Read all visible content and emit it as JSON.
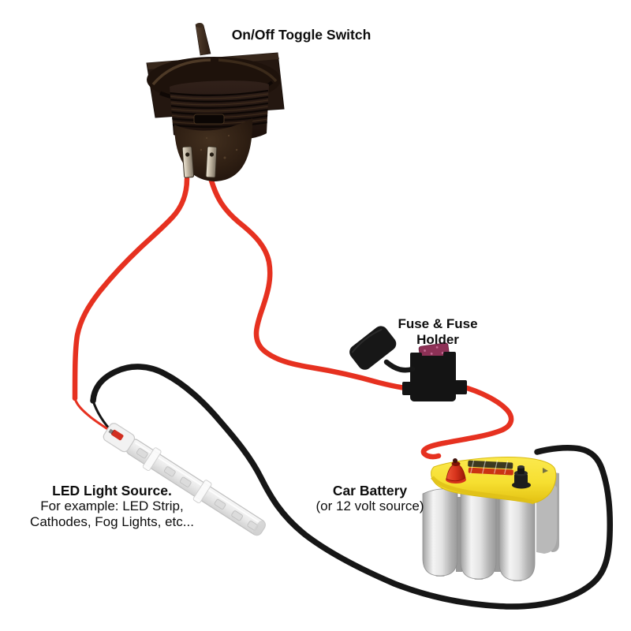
{
  "page": {
    "background": "#ffffff"
  },
  "labels": {
    "toggle_switch": "On/Off Toggle Switch",
    "fuse_holder": [
      "Fuse & Fuse",
      "Holder"
    ],
    "car_battery": [
      "Car Battery",
      "(or 12 volt source)"
    ],
    "led_source": [
      "LED Light Source.",
      "For example: LED Strip,",
      "Cathodes, Fog Lights, etc..."
    ]
  },
  "colors": {
    "positive_wire_red": "#e63120",
    "ground_wire_black": "#161616",
    "battery_top_yellow": "#f6df30",
    "battery_cell_gray": "#d9d9d9",
    "positive_terminal_red": "#d6331c",
    "negative_terminal_black": "#1d1d1d",
    "fuse_maroon": "#8d3156",
    "fuse_holder_black": "#141414",
    "switch_body_brown": "#2a1b11",
    "led_strip_white": "#ededed",
    "label_text": "#0d0d0d"
  },
  "components": [
    {
      "name": "toggle-switch",
      "label": "On/Off Toggle Switch"
    },
    {
      "name": "fuse-holder",
      "label": "Fuse & Fuse Holder"
    },
    {
      "name": "car-battery",
      "label": "Car Battery (or 12 volt source)"
    },
    {
      "name": "led-light-source",
      "label": "LED Light Source. For example: LED Strip, Cathodes, Fog Lights, etc..."
    }
  ]
}
